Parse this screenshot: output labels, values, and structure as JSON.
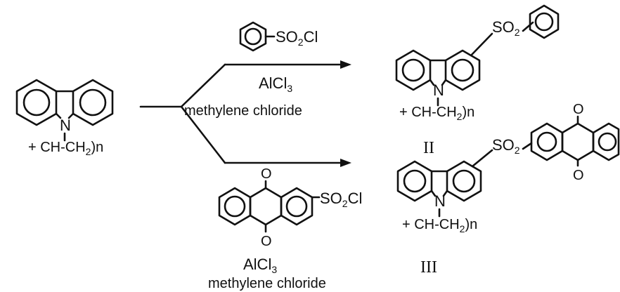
{
  "reactant": {
    "atom_n": "N",
    "polymer_chain": "+ CH-CH",
    "chain_sub": "2",
    "chain_end": ")n"
  },
  "upper_reagent": {
    "group": "SO",
    "group_sub": "2",
    "group_end": "Cl",
    "catalyst": "AlCl",
    "catalyst_sub": "3",
    "solvent": "methylene chloride"
  },
  "lower_reagent": {
    "group": "SO",
    "group_sub": "2",
    "group_end": "Cl",
    "oxygen_top": "O",
    "oxygen_bottom": "O",
    "catalyst": "AlCl",
    "catalyst_sub": "3",
    "solvent": "methylene chloride"
  },
  "product_ii": {
    "atom_n": "N",
    "linker": "SO",
    "linker_sub": "2",
    "polymer_chain": "+ CH-CH",
    "chain_sub": "2",
    "chain_end": ")n",
    "label": "II"
  },
  "product_iii": {
    "atom_n": "N",
    "linker": "SO",
    "linker_sub": "2",
    "oxygen_top": "O",
    "oxygen_bottom": "O",
    "polymer_chain": "+ CH-CH",
    "chain_sub": "2",
    "chain_end": ")n",
    "label": "III"
  }
}
